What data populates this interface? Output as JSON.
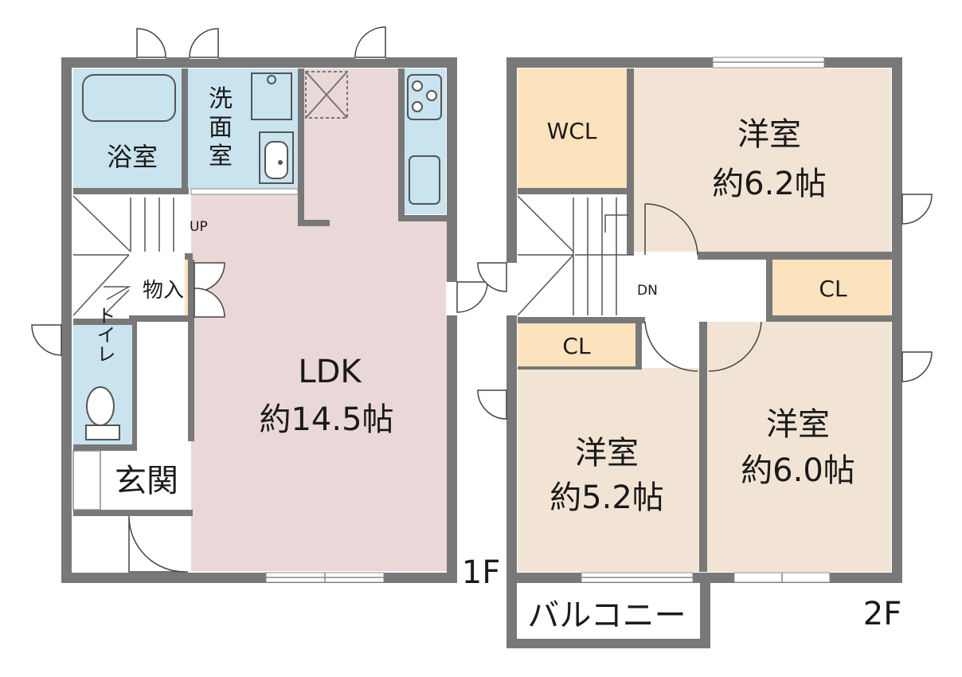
{
  "colors": {
    "wall": "#787878",
    "wet_area": "#c9e3ef",
    "ldk": "#ead8d8",
    "storage": "#fce3bd",
    "bedroom": "#f2e4d5",
    "circulation": "#ffffff"
  },
  "floor1": {
    "label": "1F",
    "rooms": {
      "bath": "浴室",
      "washroom_1": "洗",
      "washroom_2": "面",
      "washroom_3": "室",
      "storage": "物入",
      "toilet": "トイレ",
      "entrance": "玄関",
      "ldk_name": "LDK",
      "ldk_size": "約14.5帖"
    },
    "stairs_label": "UP"
  },
  "floor2": {
    "label": "2F",
    "rooms": {
      "wcl": "WCL",
      "room_a_name": "洋室",
      "room_a_size": "約6.2帖",
      "cl_right": "CL",
      "cl_left": "CL",
      "room_b_name": "洋室",
      "room_b_size": "約5.2帖",
      "room_c_name": "洋室",
      "room_c_size": "約6.0帖",
      "balcony": "バルコニー"
    },
    "stairs_label": "DN"
  }
}
